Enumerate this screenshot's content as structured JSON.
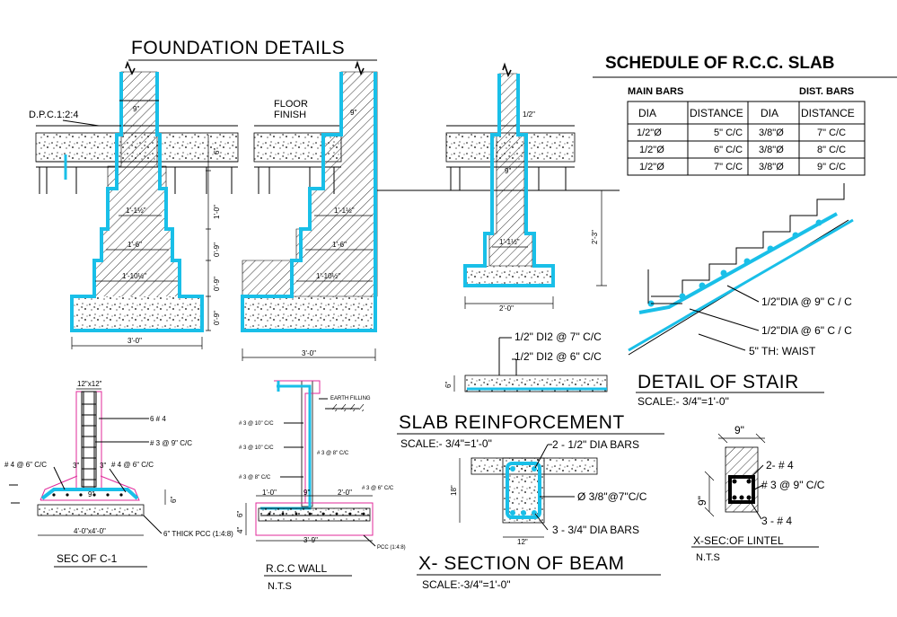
{
  "colors": {
    "accent_cyan": "#19bfe8",
    "accent_magenta": "#e0289a",
    "line": "#000000"
  },
  "titles": {
    "foundation": "FOUNDATION DETAILS",
    "schedule": "SCHEDULE OF R.C.C. SLAB",
    "stair": "DETAIL OF STAIR",
    "stair_scale": "SCALE:- 3/4\"=1'-0\"",
    "slab": "SLAB  REINFORCEMENT",
    "slab_scale": "SCALE:- 3/4\"=1'-0\"",
    "beam": "X- SECTION  OF BEAM",
    "beam_scale": "SCALE:-3/4\"=1'-0\"",
    "col": "SEC OF C-1",
    "wall": "R.C.C WALL",
    "wall_nts": "N.T.S",
    "lintel": "X-SEC:OF LINTEL",
    "lintel_nts": "N.T.S"
  },
  "foundation": {
    "dpc": "D.P.C.1:2:4",
    "floor_finish_1": "FLOOR",
    "floor_finish_2": "FINISH",
    "wall_9": "9\"",
    "step1": "1'-1½\"",
    "step2": "1'-6\"",
    "step3": "1'-10½\"",
    "dim_1_0": "1'-0\"",
    "dim_0_9a": "0'-9\"",
    "dim_0_9b": "0'-9\"",
    "dim_0_9c": "0'-9\"",
    "dim_6": "6\"",
    "width_3_0a": "3'-0\"",
    "width_3_0b": "3'-0\"",
    "col_half": "1/2\"",
    "col_9": "9\"",
    "col_step": "1'-1½\"",
    "col_height": "2'-3\"",
    "col_width": "2'-0\""
  },
  "schedule": {
    "group_main": "MAIN BARS",
    "group_dist": "DIST. BARS",
    "headers": [
      "DIA",
      "DISTANCE",
      "DIA",
      "DISTANCE"
    ],
    "rows": [
      [
        "1/2\"Ø",
        "5\" C/C",
        "3/8\"Ø",
        "7\" C/C"
      ],
      [
        "1/2\"Ø",
        "6\" C/C",
        "3/8\"Ø",
        "8\" C/C"
      ],
      [
        "1/2\"Ø",
        "7\" C/C",
        "3/8\"Ø",
        "9\" C/C"
      ]
    ]
  },
  "stair": {
    "label1": "1/2\"DIA  @  9\" C / C",
    "label2": "1/2\"DIA  @  6\"  C / C",
    "label3": "5\" TH: WAIST"
  },
  "slab": {
    "label1": "1/2\" DI2 @  7\" C/C",
    "label2": "1/2\" DI2 @  6\" C/C",
    "thk": "6\""
  },
  "column": {
    "size": "12\"x12\"",
    "bars": "6 # 4",
    "ties": "# 3 @ 9\" C/C",
    "mesh_left": "# 4 @ 6\" C/C",
    "mesh_right": "# 4 @ 6\" C/C",
    "d3a": "3\"",
    "d3b": "3\"",
    "d9": "9\"",
    "d6": "6\"",
    "width": "4'-0\"x4'-0\"",
    "pcc": "6\" THICK PCC (1:4:8)"
  },
  "wall": {
    "earth": "EARTH FILLING",
    "r1": "# 3 @ 10\" C/C",
    "r2": "# 3 @ 10\" C/C",
    "r3": "# 3 @ 8\" C/C",
    "r4": "# 3 @ 8\" C/C",
    "r5": "# 3 @ 6\" C/C",
    "d1": "1'-0\"",
    "d9": "9\"",
    "d2": "2'-0\"",
    "d6": "6\"",
    "d4": "4\"",
    "width": "3'-9\"",
    "pcc": "PCC (1:4:8)"
  },
  "beam": {
    "top": "2 - 1/2\" DIA BARS",
    "stirrup": "Ø 3/8\"@7\"C/C",
    "bottom": "3 - 3/4\" DIA  BARS",
    "depth": "18\"",
    "width": "12\""
  },
  "lintel": {
    "width": "9\"",
    "top": "2- # 4",
    "stirrup": "# 3 @ 9\" C/C",
    "bottom": "3 - # 4",
    "depth": "9\""
  }
}
